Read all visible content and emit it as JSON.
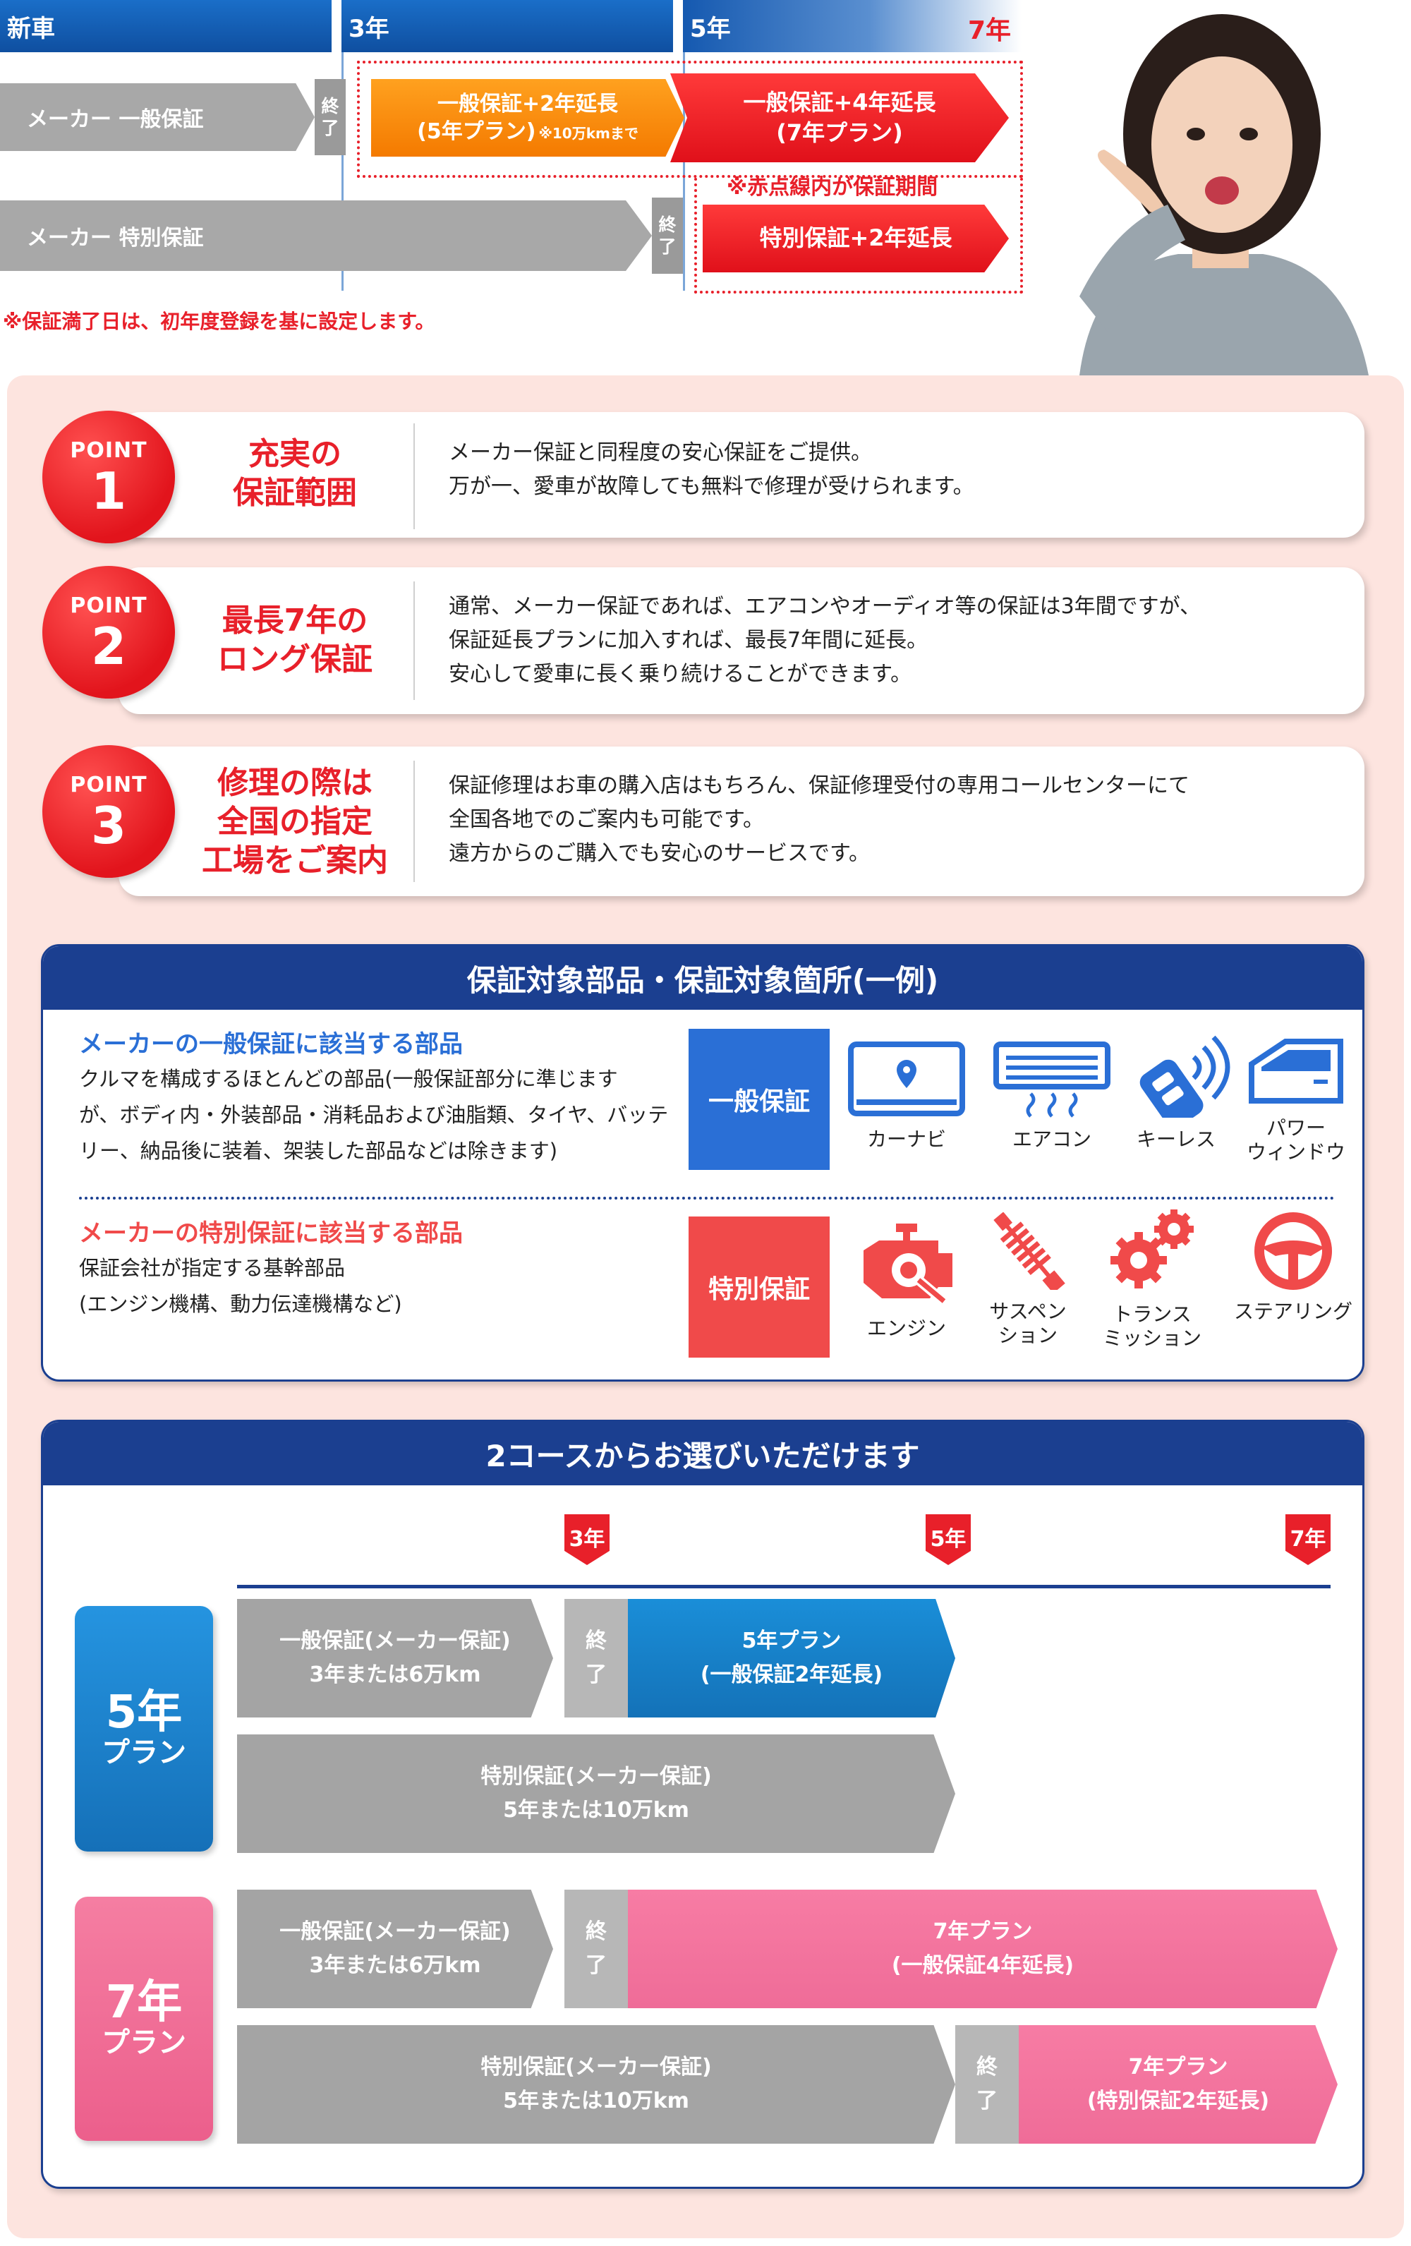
{
  "timeline": {
    "years": {
      "new": "新車",
      "y3": "3年",
      "y5": "5年",
      "y7": "7年"
    },
    "rows": {
      "general": "メーカー 一般保証",
      "special": "メーカー 特別保証"
    },
    "end_label": [
      "終",
      "了"
    ],
    "plan5_line1": "一般保証+2年延長",
    "plan5_line2": "(5年プラン)",
    "plan5_note": "※10万kmまで",
    "plan7_line1": "一般保証+4年延長",
    "plan7_line2": "(7年プラン)",
    "dotted_note": "※赤点線内が保証期間",
    "special_ext": "特別保証+2年延長",
    "footnote": "※保証満了日は、初年度登録を基に設定します。"
  },
  "points": [
    {
      "label": "POINT",
      "num": "1",
      "title": [
        "充実の",
        "保証範囲"
      ],
      "text": [
        "メーカー保証と同程度の安心保証をご提供。",
        "万が一、愛車が故障しても無料で修理が受けられます。"
      ]
    },
    {
      "label": "POINT",
      "num": "2",
      "title": [
        "最長7年の",
        "ロング保証"
      ],
      "text": [
        "通常、メーカー保証であれば、エアコンやオーディオ等の保証は3年間ですが、",
        "保証延長プランに加入すれば、最長7年間に延長。",
        "安心して愛車に長く乗り続けることができます。"
      ]
    },
    {
      "label": "POINT",
      "num": "3",
      "title": [
        "修理の際は",
        "全国の指定",
        "工場をご案内"
      ],
      "text": [
        "保証修理はお車の購入店はもちろん、保証修理受付の専用コールセンターにて",
        "全国各地でのご案内も可能です。",
        "遠方からのご購入でも安心のサービスです。"
      ]
    }
  ],
  "parts": {
    "heading": "保証対象部品・保証対象箇所(一例)",
    "general": {
      "title": "メーカーの一般保証に該当する部品",
      "desc": [
        "クルマを構成するほとんどの部品(一般保証部分に準じます",
        "が、ボディ内・外装部品・消耗品および油脂類、タイヤ、バッテ",
        "リー、納品後に装着、架装した部品などは除きます)"
      ],
      "category": "一般保証",
      "color": "#2a6fd6",
      "items": [
        {
          "icon": "car-navi-icon",
          "label": [
            "カーナビ"
          ]
        },
        {
          "icon": "air-conditioner-icon",
          "label": [
            "エアコン"
          ]
        },
        {
          "icon": "keyless-remote-icon",
          "label": [
            "キーレス"
          ]
        },
        {
          "icon": "power-window-icon",
          "label": [
            "パワー",
            "ウィンドウ"
          ]
        }
      ]
    },
    "special": {
      "title": "メーカーの特別保証に該当する部品",
      "desc": [
        "保証会社が指定する基幹部品",
        "(エンジン機構、動力伝達機構など)"
      ],
      "category": "特別保証",
      "color": "#f04a4a",
      "items": [
        {
          "icon": "engine-icon",
          "label": [
            "エンジン"
          ]
        },
        {
          "icon": "suspension-icon",
          "label": [
            "サスペン",
            "ション"
          ]
        },
        {
          "icon": "transmission-gears-icon",
          "label": [
            "トランス",
            "ミッション"
          ]
        },
        {
          "icon": "steering-wheel-icon",
          "label": [
            "ステアリング"
          ]
        }
      ]
    }
  },
  "courses": {
    "heading": "2コースからお選びいただけます",
    "years": [
      "3年",
      "5年",
      "7年"
    ],
    "end_label": [
      "終",
      "了"
    ],
    "plan5": {
      "big": "5年",
      "small": "プラン",
      "color": "#1a86d0",
      "general": [
        "一般保証(メーカー保証)",
        "3年または6万km"
      ],
      "ext": [
        "5年プラン",
        "(一般保証2年延長)"
      ],
      "special": [
        "特別保証(メーカー保証)",
        "5年または10万km"
      ]
    },
    "plan7": {
      "big": "7年",
      "small": "プラン",
      "color": "#f47098",
      "general": [
        "一般保証(メーカー保証)",
        "3年または6万km"
      ],
      "ext": [
        "7年プラン",
        "(一般保証4年延長)"
      ],
      "special": [
        "特別保証(メーカー保証)",
        "5年または10万km"
      ],
      "special_ext": [
        "7年プラン",
        "(特別保証2年延長)"
      ]
    }
  }
}
